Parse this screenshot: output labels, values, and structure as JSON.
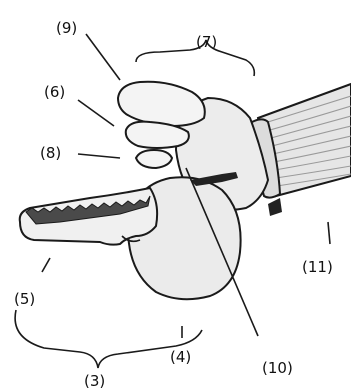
{
  "figure": {
    "labels": {
      "l3": "(3)",
      "l4": "(4)",
      "l5": "(5)",
      "l6": "(6)",
      "l7": "(7)",
      "l8": "(8)",
      "l9": "(9)",
      "l10": "(10)",
      "l11": "(11)"
    },
    "colors": {
      "outline": "#1a1a1a",
      "shell_fill": "#e9e9e9",
      "shell_light": "#f4f4f4",
      "teeth_fill": "#4a4a4a",
      "stripe": "#9a9a9a",
      "dark_mark": "#222222"
    }
  }
}
